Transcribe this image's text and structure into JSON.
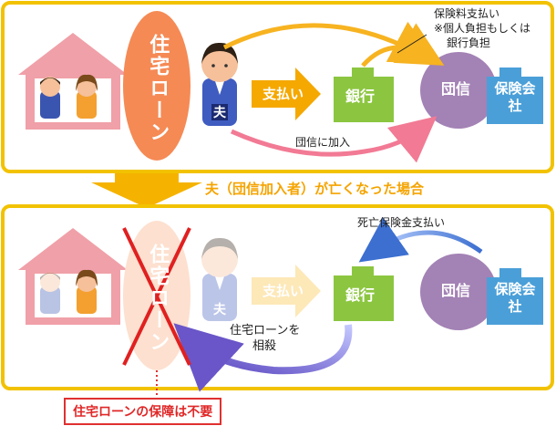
{
  "top": {
    "loan": "住宅ローン",
    "husband": "夫",
    "pay": "支払い",
    "bank": "銀行",
    "dantai": "団信",
    "insurer": "保険会社",
    "premium": "保険料支払い",
    "premium_note1": "※個人負担もしくは",
    "premium_note2": "銀行負担",
    "join": "団信に加入"
  },
  "middle": {
    "caption": "夫（団信加入者）が亡くなった場合"
  },
  "bottom": {
    "loan": "住宅ローン",
    "husband": "夫",
    "pay": "支払い",
    "bank": "銀行",
    "dantai": "団信",
    "insurer": "保険会社",
    "death_payment": "死亡保険金支払い",
    "offset1": "住宅ローンを",
    "offset2": "相殺",
    "conclusion": "住宅ローンの保障は不要"
  },
  "colors": {
    "panel_border": "#f2c200",
    "house": "#f0a0a8",
    "loan_oval": "#f58a55",
    "pay_arrow": "#f5a800",
    "bank": "#8cc640",
    "dantai": "#a382b5",
    "insurer": "#4a9fd8",
    "curve_orange": "#f7b320",
    "curve_pink": "#f27a94",
    "curve_blue": "#3c6fd0",
    "curve_purple": "#6a56c8"
  }
}
